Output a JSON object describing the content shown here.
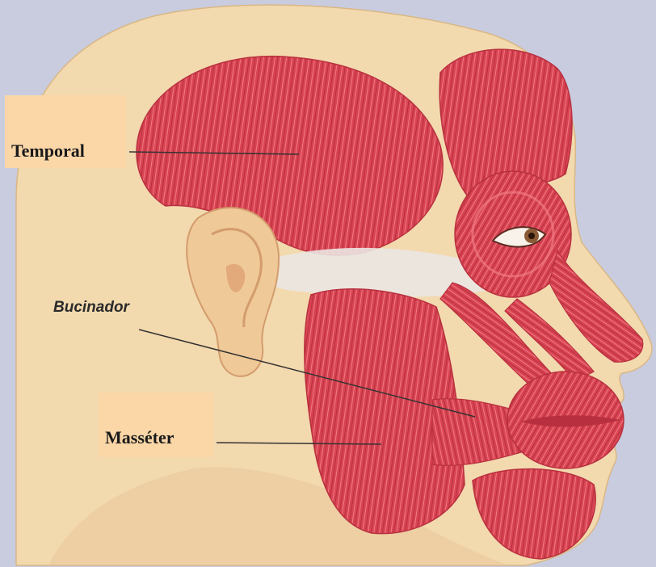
{
  "labels": {
    "temporal": "Temporal",
    "bucinador": "Bucinador",
    "masseter": "Masséter"
  },
  "colors": {
    "background": "#c9ccdf",
    "skin": "#f3d9ae",
    "skin_shadow": "#e8c79a",
    "label_patch": "#fbd7a8",
    "muscle": "#d94452",
    "muscle_dark": "#b8303f",
    "muscle_light": "#f07a85",
    "fascia": "#ebe6e2",
    "leader_line": "#333333"
  },
  "icons": {
    "ear": "ear-illustration",
    "eye": "eye-illustration"
  }
}
